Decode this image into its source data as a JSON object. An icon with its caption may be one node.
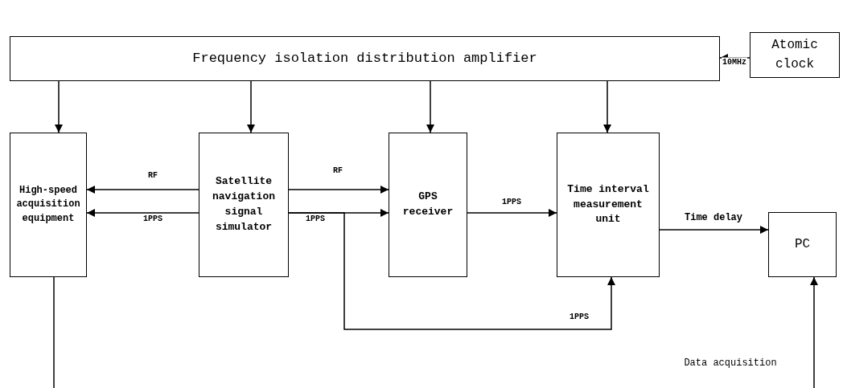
{
  "diagram": {
    "nodes": [
      {
        "text": [
          "Frequency isolation distribution amplifier"
        ]
      },
      {
        "text": [
          "Atomic clock"
        ]
      },
      {
        "text": [
          "High-speed acquisition equipment"
        ]
      },
      {
        "text": [
          "Satellite navigation signal simulator"
        ]
      },
      {
        "text": [
          "GPS receiver"
        ]
      },
      {
        "text": [
          "Time interval measurement unit"
        ]
      },
      {
        "text": [
          "PC"
        ]
      }
    ],
    "edges": [
      {
        "from": 1,
        "to": 0,
        "arrow": "to",
        "label": "10MHz"
      },
      {
        "from": 0,
        "to": 2,
        "arrow": "to"
      },
      {
        "from": 0,
        "to": 3,
        "arrow": "to"
      },
      {
        "from": 0,
        "to": 4,
        "arrow": "to"
      },
      {
        "from": 0,
        "to": 5,
        "arrow": "to"
      },
      {
        "from": 3,
        "to": 2,
        "arrow": "to",
        "label": "RF"
      },
      {
        "from": 3,
        "to": 2,
        "arrow": "to",
        "label": "1PPS"
      },
      {
        "from": 3,
        "to": 4,
        "arrow": "to",
        "label": "RF"
      },
      {
        "from": 3,
        "to": 4,
        "arrow": "to",
        "label": "1PPS"
      },
      {
        "from": 4,
        "to": 5,
        "arrow": "to",
        "label": "1PPS"
      },
      {
        "from": 3,
        "to": 5,
        "arrow": "to",
        "label": "1PPS"
      },
      {
        "from": 5,
        "to": 6,
        "arrow": "to",
        "label": "Time delay"
      },
      {
        "from": 2,
        "to": null,
        "arrow": "none"
      },
      {
        "from": null,
        "to": 6,
        "arrow": "to",
        "label": "Data acquisition"
      }
    ]
  }
}
